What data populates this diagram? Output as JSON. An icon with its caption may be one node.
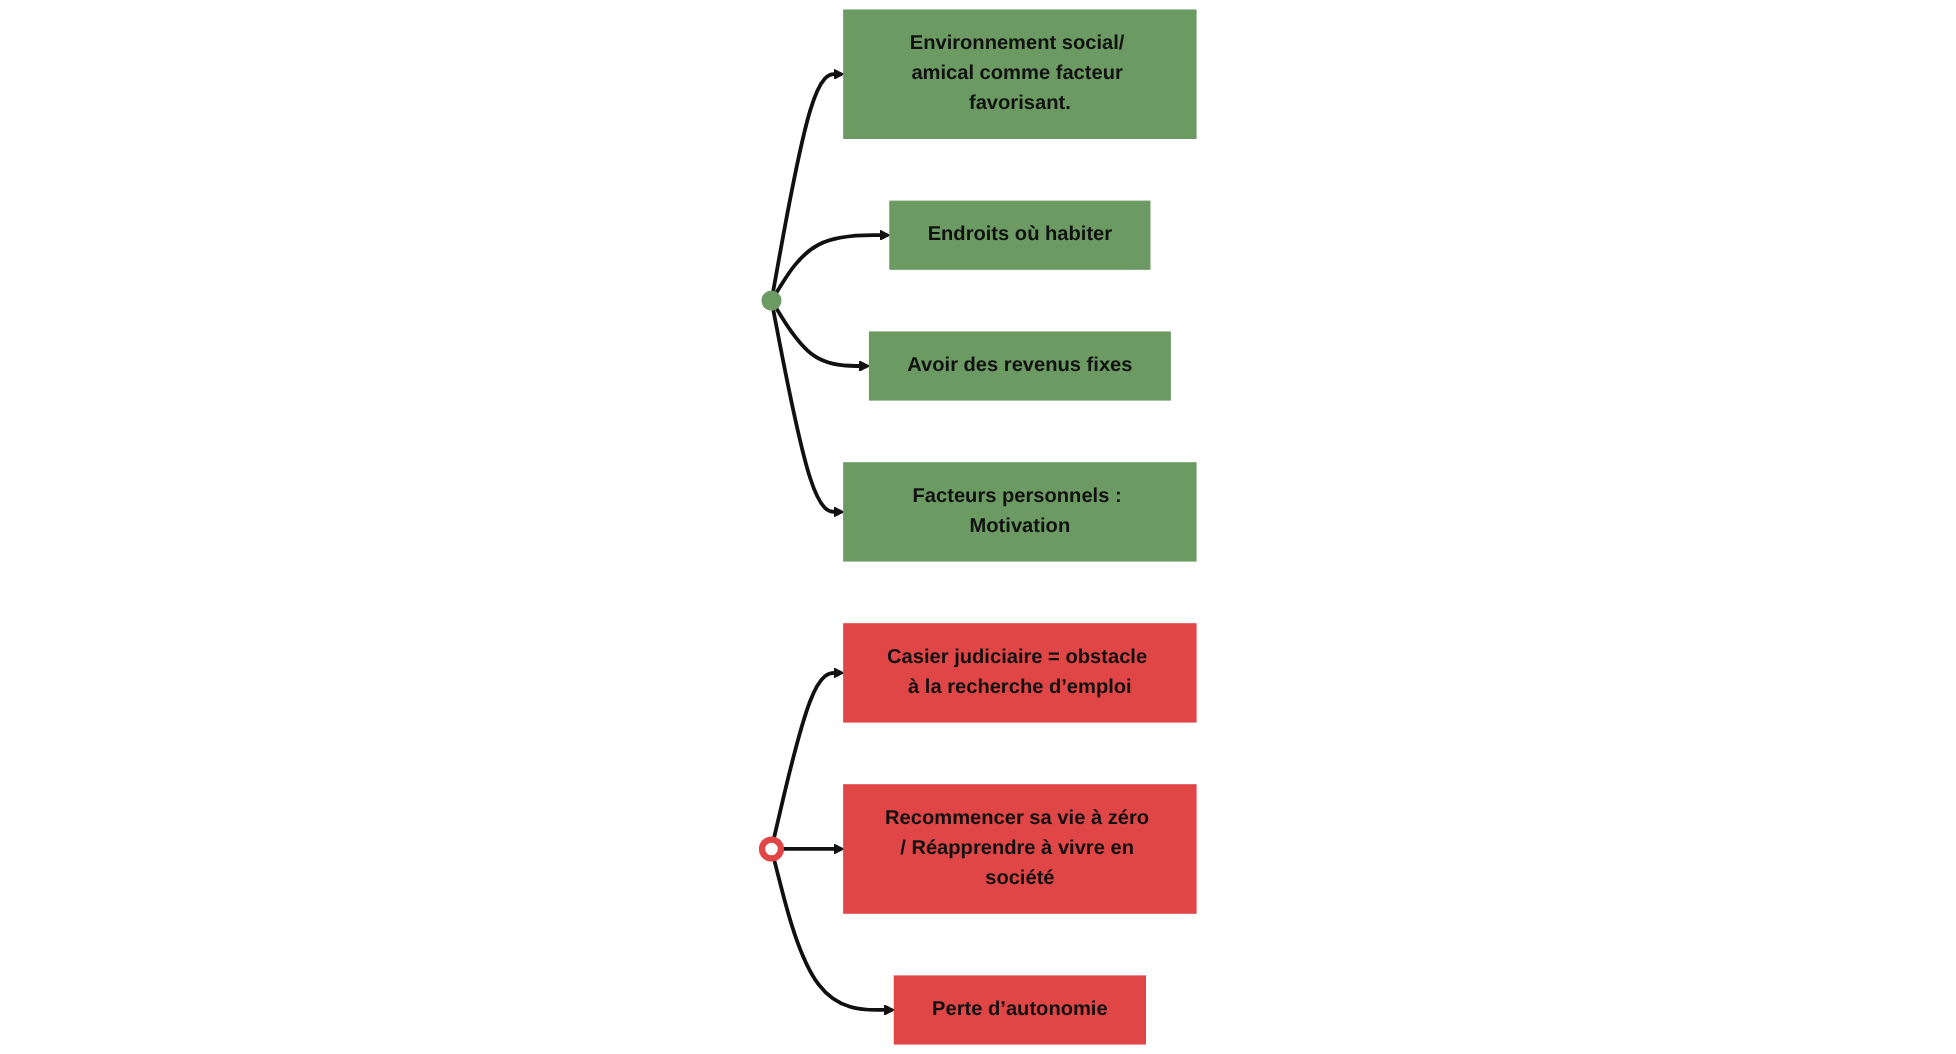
{
  "diagram": {
    "nodes": [
      {
        "text": [
          "Environnement social/ amical comme facteur favorisant."
        ]
      },
      {
        "text": [
          "Casier judiciaire = obstacle à la recherche d’emploi"
        ]
      },
      {
        "text": [
          "Endroits où habiter"
        ]
      },
      {
        "text": [],
        "shape": "circle"
      },
      {
        "text": [],
        "shape": "circle"
      },
      {
        "text": [
          "Recommencer sa vie à zéro / Réapprendre à vivre en société"
        ]
      },
      {
        "text": [
          "Perte d’autonomie"
        ]
      },
      {
        "text": [
          "Avoir des revenus fixes"
        ]
      },
      {
        "text": [
          "Facteurs personnels : Motivation"
        ]
      }
    ],
    "edges": [
      {
        "from": 3,
        "to": 0,
        "arrow": "to"
      },
      {
        "from": 3,
        "to": 2,
        "arrow": "to"
      },
      {
        "from": 3,
        "to": 7,
        "arrow": "to"
      },
      {
        "from": 3,
        "to": 8,
        "arrow": "to"
      },
      {
        "from": 4,
        "to": 1,
        "arrow": "to"
      },
      {
        "from": 4,
        "to": 5,
        "arrow": "to"
      },
      {
        "from": 4,
        "to": 6,
        "arrow": "to"
      }
    ]
  }
}
